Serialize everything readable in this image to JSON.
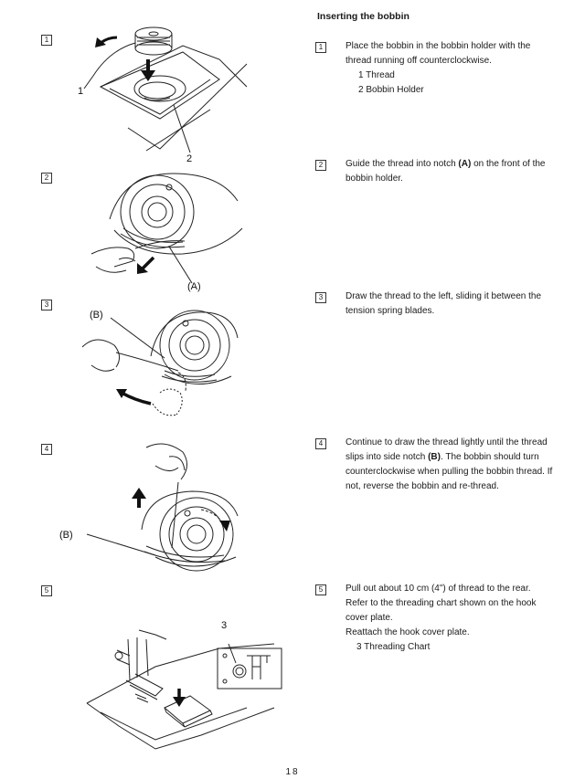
{
  "section_title": "Inserting the bobbin",
  "page_number": "18",
  "steps": [
    {
      "num": "1",
      "text": "Place the bobbin in the bobbin holder with the thread running off counterclockwise.",
      "sub": [
        "1   Thread",
        "2   Bobbin Holder"
      ]
    },
    {
      "num": "2",
      "text_before": "Guide the thread into notch ",
      "bold": "(A)",
      "text_after": " on the front of the bobbin holder."
    },
    {
      "num": "3",
      "text": "Draw the thread to the left, sliding it between the tension spring blades."
    },
    {
      "num": "4",
      "text_before": "Continue to draw the thread lightly until the thread slips into side notch ",
      "bold": "(B)",
      "text_after": ". The bobbin should turn counterclockwise when pulling the bobbin thread. If not, reverse the bobbin and re-thread."
    },
    {
      "num": "5",
      "lines": [
        "Pull out about 10 cm (4\") of thread to the rear.",
        "Refer to the threading chart shown on the hook cover plate.",
        "Reattach the hook cover plate."
      ],
      "sub": [
        "3   Threading Chart"
      ]
    }
  ],
  "figure_labels": {
    "fig1_callout_1": "1",
    "fig1_callout_2": "2",
    "fig2_notch": "(A)",
    "fig3_notch": "(B)",
    "fig4_notch": "(B)",
    "fig5_callout_3": "3"
  }
}
